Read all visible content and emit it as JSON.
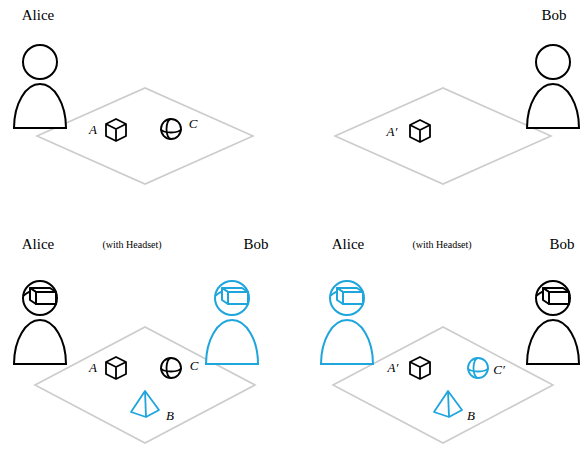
{
  "diagram": {
    "labels": [
      "Alice",
      "Bob",
      "A",
      "C",
      "A′",
      "Alice",
      "(with Headset)",
      "Bob",
      "Alice",
      "(with Headset)",
      "Bob",
      "A",
      "C",
      "B",
      "A′",
      "C′",
      "B"
    ]
  }
}
